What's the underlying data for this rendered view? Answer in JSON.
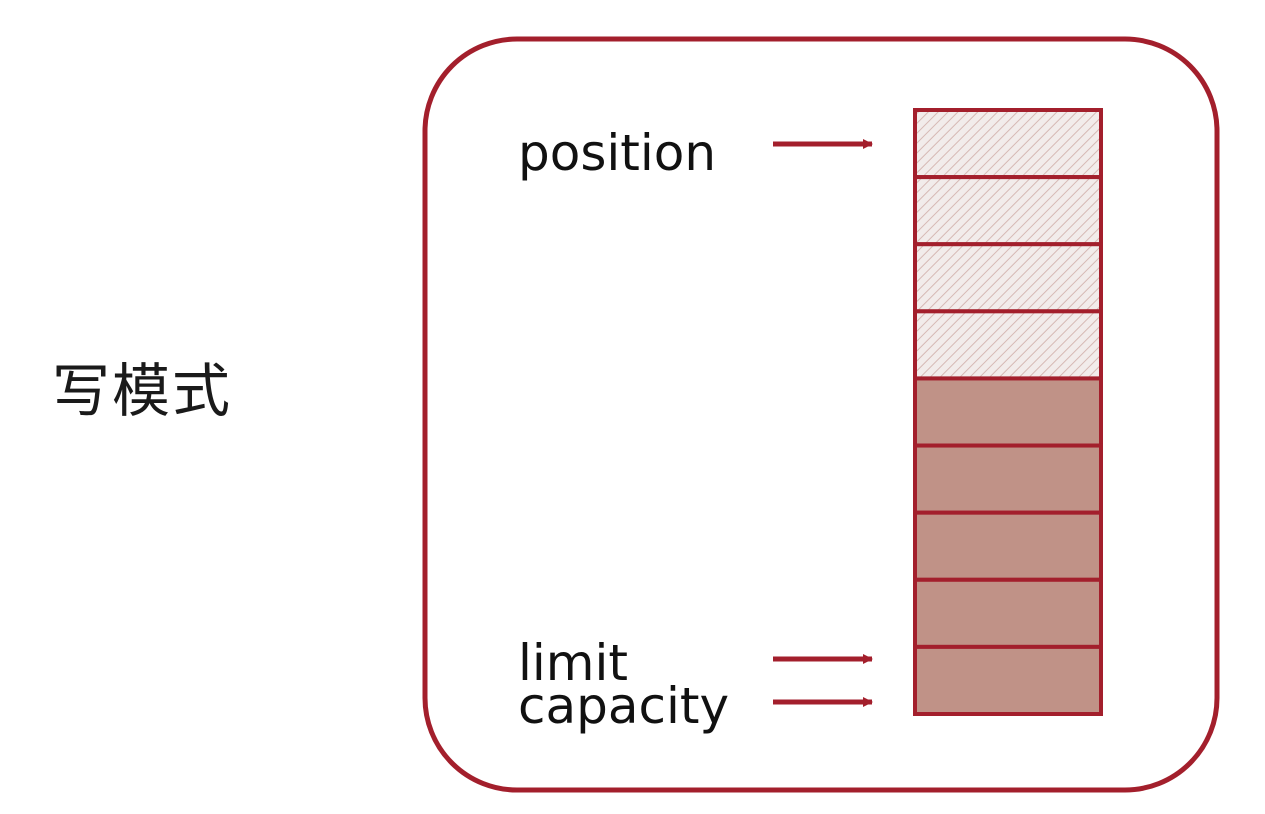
{
  "mode_label": "写模式",
  "pointers": {
    "position": "position",
    "limit": "limit",
    "capacity": "capacity"
  },
  "buffer": {
    "total_cells": 9,
    "written_cells": 4
  },
  "colors": {
    "accent": "#a31f2c",
    "filled_cell": "#c09287",
    "hatched_bg": "#f2eceb",
    "hatch_line": "#d6b9b4",
    "frame": "#a31f2c"
  }
}
